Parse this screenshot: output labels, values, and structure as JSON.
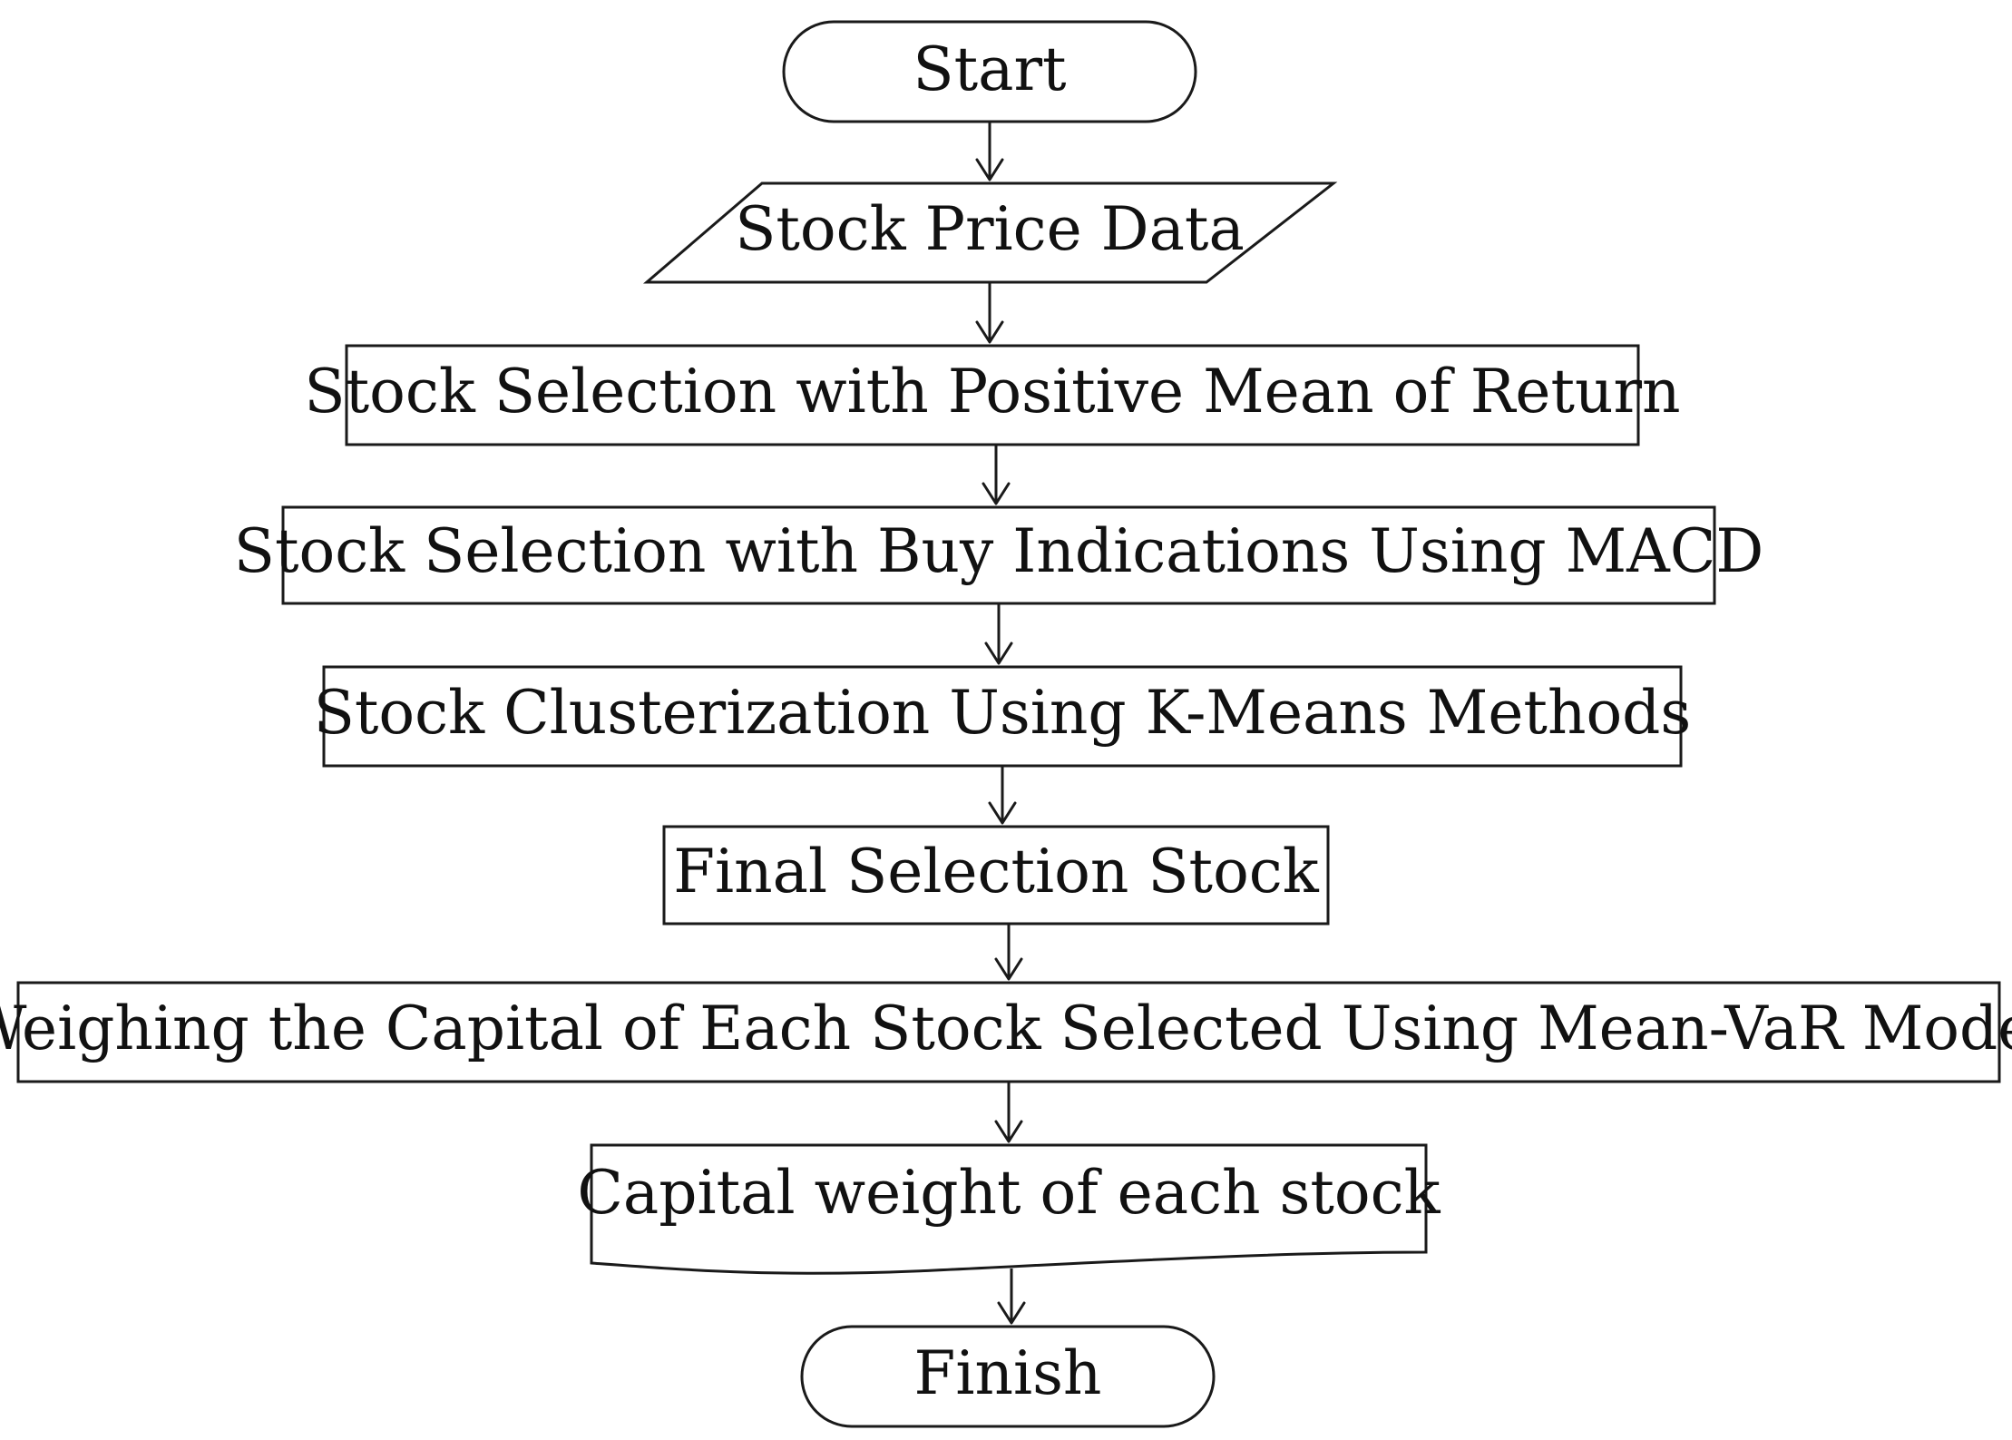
{
  "flowchart": {
    "nodes": [
      {
        "id": "start",
        "shape": "terminal",
        "label": "Start"
      },
      {
        "id": "stock-price-data",
        "shape": "data",
        "label": "Stock Price Data"
      },
      {
        "id": "positive-mean",
        "shape": "process",
        "label": "Stock Selection with Positive Mean of Return"
      },
      {
        "id": "macd",
        "shape": "process",
        "label": "Stock Selection with Buy Indications Using MACD"
      },
      {
        "id": "kmeans",
        "shape": "process",
        "label": "Stock Clusterization Using K-Means Methods"
      },
      {
        "id": "final-selection",
        "shape": "process",
        "label": "Final Selection Stock"
      },
      {
        "id": "mean-var",
        "shape": "process",
        "label": "Weighing the Capital of Each Stock Selected Using Mean-VaR Model"
      },
      {
        "id": "capital-weight",
        "shape": "document",
        "label": "Capital weight of each stock"
      },
      {
        "id": "finish",
        "shape": "terminal",
        "label": "Finish"
      }
    ],
    "edges": [
      {
        "from": "start",
        "to": "stock-price-data"
      },
      {
        "from": "stock-price-data",
        "to": "positive-mean"
      },
      {
        "from": "positive-mean",
        "to": "macd"
      },
      {
        "from": "macd",
        "to": "kmeans"
      },
      {
        "from": "kmeans",
        "to": "final-selection"
      },
      {
        "from": "final-selection",
        "to": "mean-var"
      },
      {
        "from": "mean-var",
        "to": "capital-weight"
      },
      {
        "from": "capital-weight",
        "to": "finish"
      }
    ]
  }
}
